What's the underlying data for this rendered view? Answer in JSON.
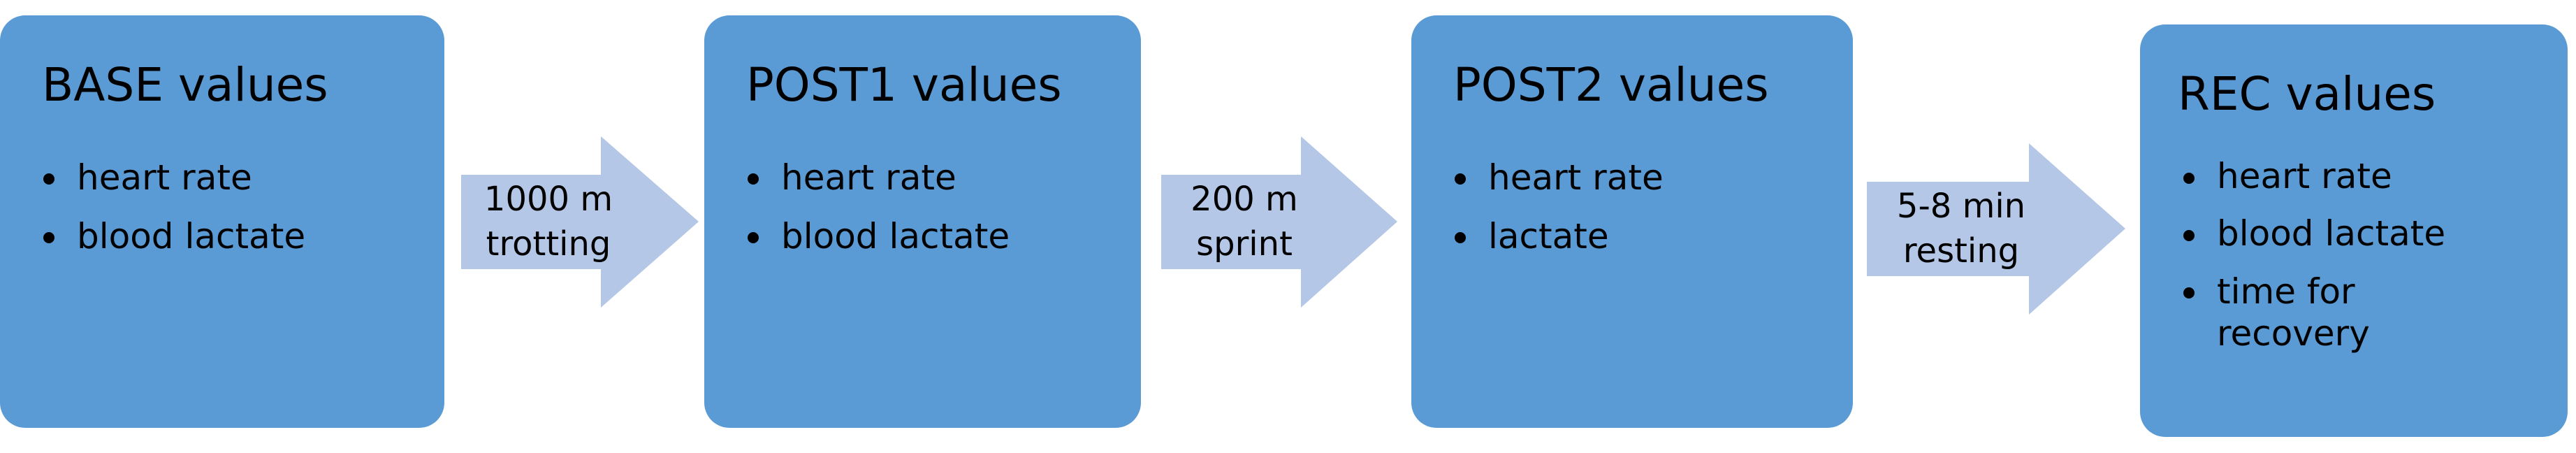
{
  "boxes": [
    {
      "title": "BASE values",
      "items": [
        "heart rate",
        "blood lactate"
      ]
    },
    {
      "title": "POST1 values",
      "items": [
        "heart rate",
        "blood lactate"
      ]
    },
    {
      "title": "POST2 values",
      "items": [
        "heart rate",
        "lactate"
      ]
    },
    {
      "title": "REC values",
      "items": [
        "heart rate",
        "blood lactate",
        "time for recovery"
      ]
    }
  ],
  "arrows": [
    {
      "line1": "1000 m",
      "line2": "trotting"
    },
    {
      "line1": "200 m",
      "line2": "sprint"
    },
    {
      "line1": "5-8 min",
      "line2": "resting"
    }
  ],
  "colors": {
    "box": "#5b9bd5",
    "arrow": "#b4c7e7",
    "text": "#000000"
  }
}
